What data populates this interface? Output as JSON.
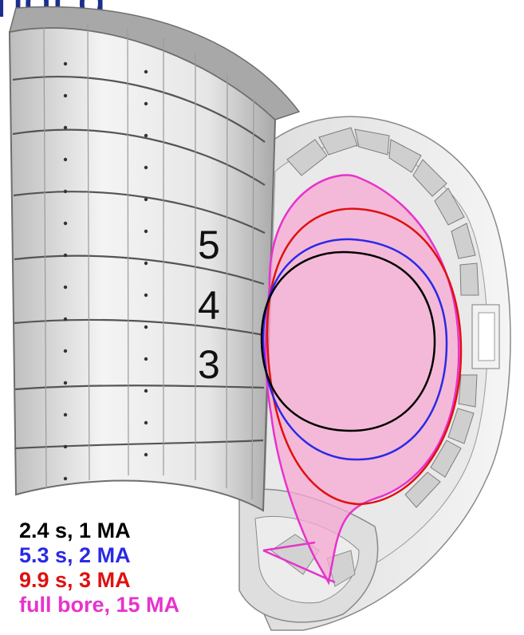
{
  "title": "ngi g",
  "coil_labels": [
    "5",
    "4",
    "3"
  ],
  "legend": [
    {
      "text": "2.4 s, 1 MA",
      "color": "#000000"
    },
    {
      "text": "5.3 s, 2 MA",
      "color": "#2a2ae6"
    },
    {
      "text": "9.9 s, 3 MA",
      "color": "#e01010"
    },
    {
      "text": "full bore, 15 MA",
      "color": "#e633cc"
    }
  ],
  "colors": {
    "title": "#1d2f8c",
    "plasma_fill": "#f7a8d2",
    "machine_gray": "#c9c9c9"
  }
}
